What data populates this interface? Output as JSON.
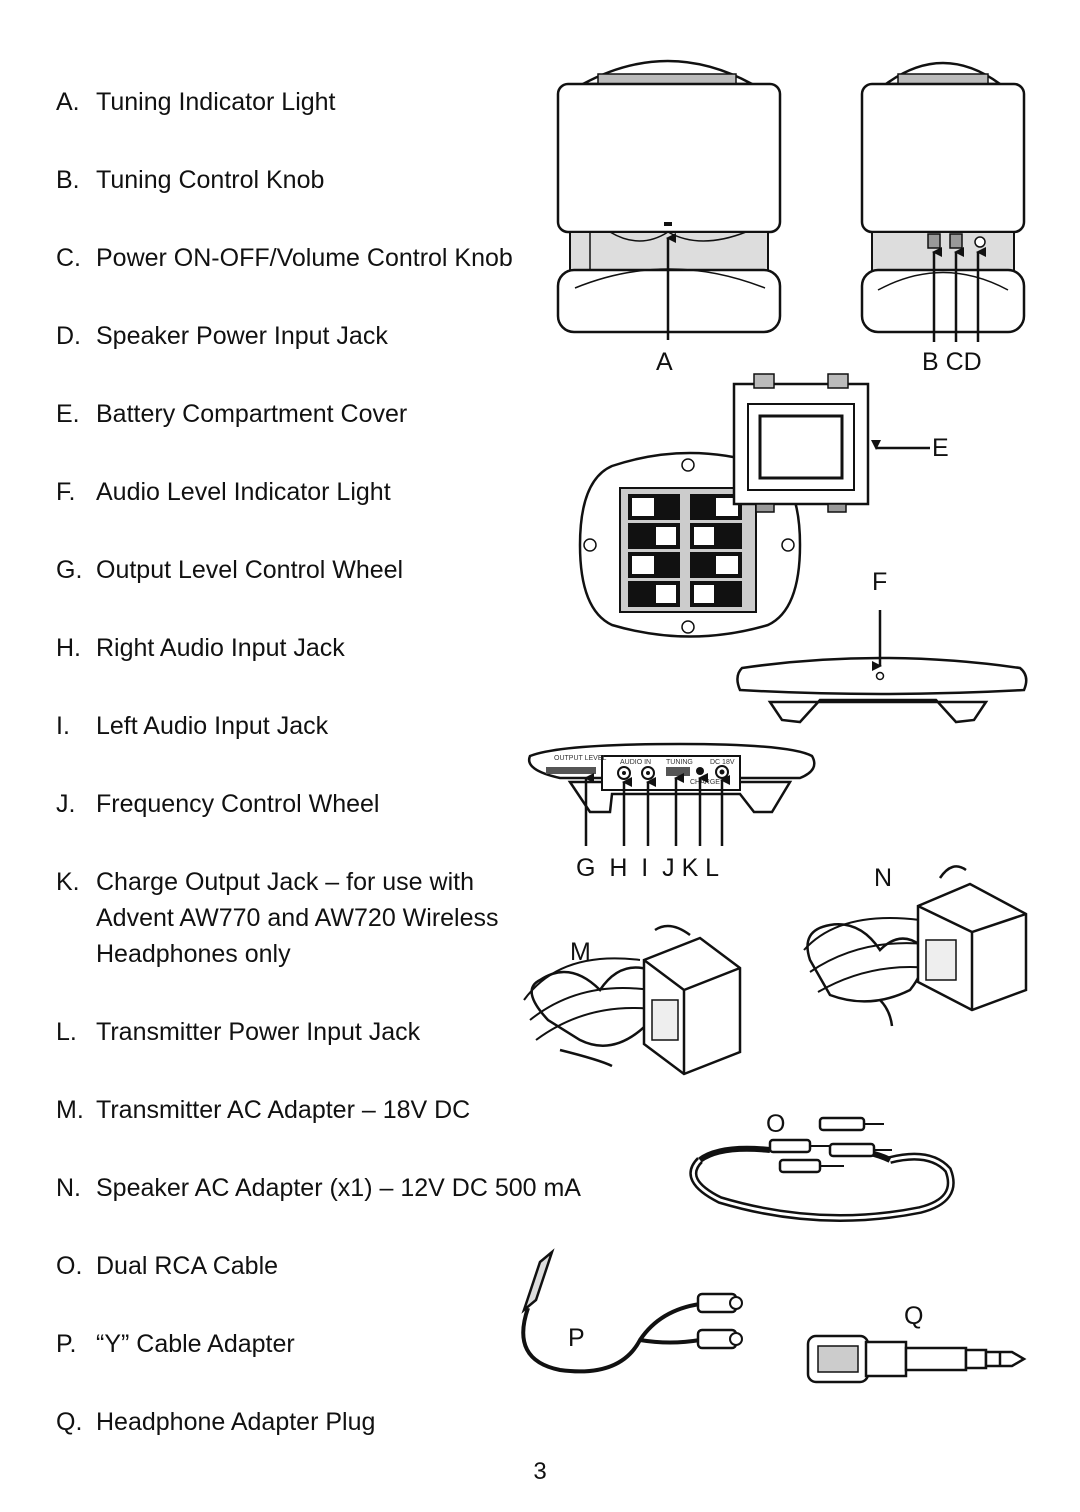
{
  "items": [
    {
      "letter": "A.",
      "text": "Tuning Indicator Light"
    },
    {
      "letter": "B.",
      "text": "Tuning Control Knob"
    },
    {
      "letter": "C.",
      "text": "Power ON-OFF/Volume Control Knob"
    },
    {
      "letter": "D.",
      "text": "Speaker Power Input Jack"
    },
    {
      "letter": "E.",
      "text": "Battery Compartment Cover"
    },
    {
      "letter": "F.",
      "text": "Audio Level Indicator Light"
    },
    {
      "letter": "G.",
      "text": "Output Level Control Wheel"
    },
    {
      "letter": "H.",
      "text": "Right Audio Input Jack"
    },
    {
      "letter": "I.",
      "text": "Left Audio Input Jack"
    },
    {
      "letter": "J.",
      "text": "Frequency Control Wheel"
    },
    {
      "letter": "K.",
      "lines": [
        "Charge Output Jack – for use with",
        "Advent AW770 and AW720 Wireless",
        "Headphones only"
      ]
    },
    {
      "letter": "L.",
      "text": "Transmitter Power Input Jack"
    },
    {
      "letter": "M.",
      "text": "Transmitter AC Adapter – 18V DC"
    },
    {
      "letter": "N.",
      "text": "Speaker AC Adapter (x1) – 12V DC 500 mA"
    },
    {
      "letter": "O.",
      "text": "Dual RCA Cable"
    },
    {
      "letter": "P.",
      "text": "“Y” Cable Adapter"
    },
    {
      "letter": "Q.",
      "text": "Headphone Adapter Plug"
    }
  ],
  "callouts": {
    "a": "A",
    "bcd": "B CD",
    "e": "E",
    "f": "F",
    "ghijkl": "G  H  I  J K L",
    "m": "M",
    "n": "N",
    "o": "O",
    "p": "P",
    "q": "Q"
  },
  "transmitter_labels": {
    "output_level": "OUTPUT LEVEL",
    "audio_in": "AUDIO IN",
    "tuning": "TUNING",
    "dc": "DC 18V",
    "charge": "CHARGE"
  },
  "page_number": "3"
}
